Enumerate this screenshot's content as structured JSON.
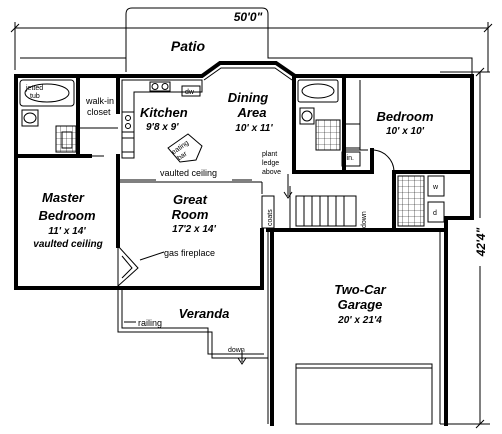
{
  "plan": {
    "overall_width": "50'0\"",
    "overall_depth": "42'4\"",
    "rooms": {
      "patio": "Patio",
      "kitchen": {
        "name": "Kitchen",
        "size": "9'8 x 9'"
      },
      "dining": {
        "name1": "Dining",
        "name2": "Area",
        "size": "10' x 11'"
      },
      "bedroom": {
        "name": "Bedroom",
        "size": "10' x 10'"
      },
      "master": {
        "name1": "Master",
        "name2": "Bedroom",
        "size": "11' x 14'",
        "note": "vaulted ceiling"
      },
      "great": {
        "name1": "Great",
        "name2": "Room",
        "size": "17'2 x 14'"
      },
      "garage": {
        "name1": "Two-Car",
        "name2": "Garage",
        "size": "20' x 21'4"
      },
      "veranda": "Veranda"
    },
    "labels": {
      "jetted_tub_1": "jetted",
      "jetted_tub_2": "tub",
      "walkin_1": "walk-in",
      "walkin_2": "closet",
      "dw": "dw",
      "vaulted_ceiling": "vaulted ceiling",
      "plant_1": "plant",
      "plant_2": "ledge",
      "plant_3": "above",
      "coats": "coats",
      "down_1": "down",
      "down_2": "down",
      "lin": "lin.",
      "w": "w",
      "d": "d",
      "gas_fireplace": "gas fireplace",
      "railing": "railing",
      "eating_bar_1": "eating",
      "eating_bar_2": "bar"
    }
  }
}
